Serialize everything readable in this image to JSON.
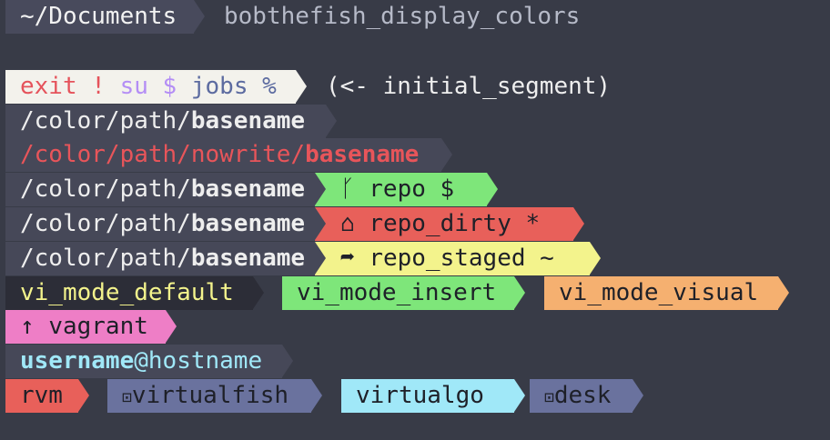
{
  "title_bar": {
    "cwd": "~/Documents",
    "title": "bobthefish_display_colors"
  },
  "rows": {
    "initial": {
      "exit": "exit !",
      "su": "su $",
      "jobs": "jobs %",
      "note": "(<- initial_segment)"
    },
    "path_prefix": "/color/path/",
    "path_base": "basename",
    "nowrite_prefix": "/color/path/nowrite/",
    "repo": {
      "icon": "branch-icon",
      "glyph": "ᚴ",
      "label": "repo $"
    },
    "repo_dirty": {
      "icon": "dirty-icon",
      "glyph": "⌂",
      "label": "repo_dirty *"
    },
    "repo_staged": {
      "icon": "staged-icon",
      "glyph": "➦",
      "label": "repo_staged ~"
    },
    "vi_modes": [
      "vi_mode_default",
      "vi_mode_insert",
      "vi_mode_visual"
    ],
    "vagrant": {
      "glyph": "↑",
      "label": "vagrant"
    },
    "user": {
      "username": "username",
      "host": "@hostname"
    },
    "envs": {
      "rvm": "rvm",
      "virtualfish_glyph": "⊡",
      "virtualfish": "virtualfish",
      "virtualgo": "virtualgo",
      "desk_glyph": "⊡",
      "desk": "desk"
    }
  },
  "colors": {
    "path_bg": "#464858",
    "green": "#7ee67a",
    "red": "#e8605a",
    "yellow": "#f3f38c",
    "orange": "#f5b070",
    "pink": "#ee7ec6",
    "cyan": "#a0e8f8",
    "slate": "#6a729e"
  }
}
